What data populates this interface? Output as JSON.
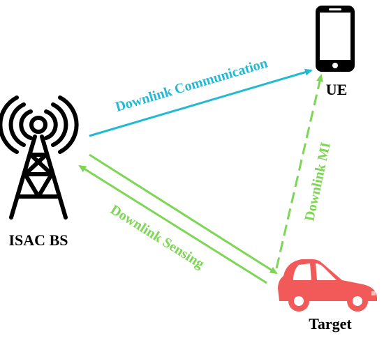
{
  "nodes": {
    "bs": {
      "label": "ISAC BS",
      "icon": "cell-tower-icon"
    },
    "ue": {
      "label": "UE",
      "icon": "smartphone-icon"
    },
    "target": {
      "label": "Target",
      "icon": "car-icon"
    }
  },
  "links": {
    "communication": {
      "label": "Downlink Communication",
      "color": "#23B9D4",
      "style": "solid"
    },
    "sensing": {
      "label": "Downlink Sensing",
      "color": "#7DD654",
      "style": "solid"
    },
    "mi": {
      "label": "Downlink MI",
      "color": "#7DD654",
      "style": "dashed"
    }
  },
  "colors": {
    "car": "#F25A5A",
    "icons": "#000000"
  }
}
